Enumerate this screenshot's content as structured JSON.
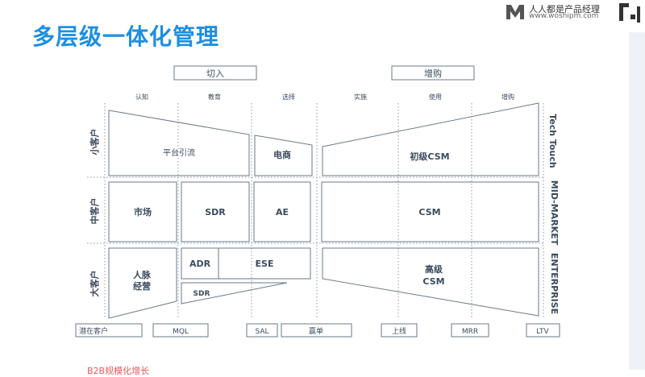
{
  "title": "多层级一体化管理",
  "brand": {
    "name": "人人都是产品经理",
    "url": "www.woshipm.com",
    "mark_icon": "m-logo-icon",
    "corner_icon": "corner-bracket-icon"
  },
  "phases": {
    "left": "切入",
    "right": "增购"
  },
  "stages": [
    "认知",
    "教育",
    "选择",
    "实施",
    "使用",
    "增购"
  ],
  "rows_left": [
    "小客户",
    "中客户",
    "大客户"
  ],
  "rows_right": [
    "Tech Touch",
    "MID-MARKET",
    "ENTERPRISE"
  ],
  "cells": {
    "small_platform": "平台引流",
    "small_ecommerce": "电商",
    "small_csm": "初级CSM",
    "mid_market": "市场",
    "mid_sdr": "SDR",
    "mid_ae": "AE",
    "mid_csm": "CSM",
    "large_network_1": "人脉",
    "large_network_2": "经营",
    "large_adr": "ADR",
    "large_ese": "ESE",
    "large_sdr": "SDR",
    "large_csm_1": "高级",
    "large_csm_2": "CSM"
  },
  "funnel": [
    "潜在客户",
    "MQL",
    "SAL",
    "赢单",
    "上线",
    "MRR",
    "LTV"
  ],
  "caption": "B2B规模化增长",
  "colors": {
    "title": "#1e8fe0",
    "stroke": "#6a7a8a",
    "text": "#3b4b5c",
    "caption": "#e85a5a"
  }
}
